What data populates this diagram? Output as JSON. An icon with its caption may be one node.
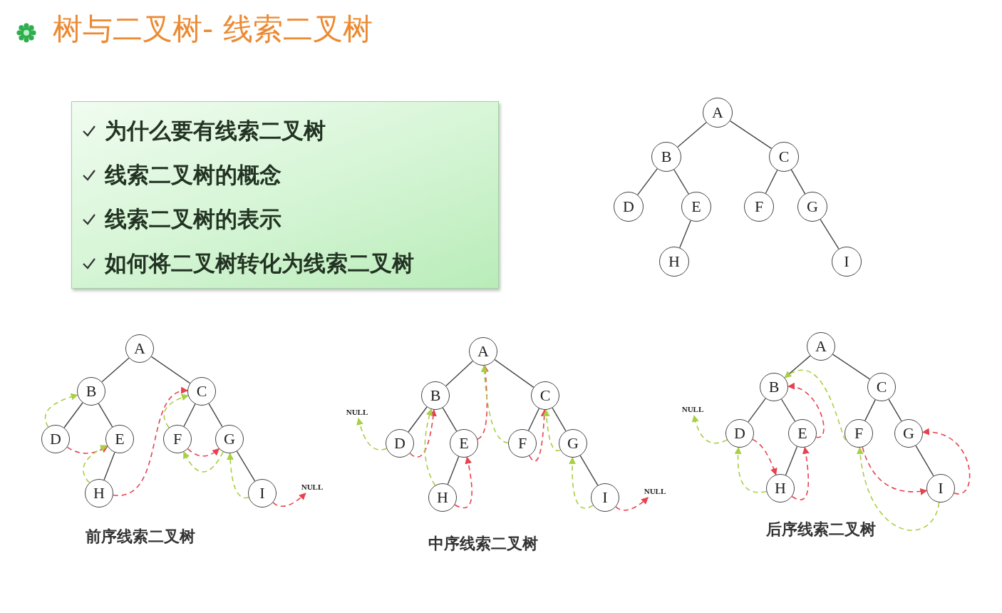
{
  "diagram": {
    "title": "树与二叉树- 线索二叉树",
    "nodes": [
      {
        "text": [
          "为什么要有线索二叉树",
          "线索二叉树的概念",
          "线索二叉树的表示",
          "如何将二叉树转化为线索二叉树"
        ]
      },
      {
        "text": [
          "A"
        ]
      },
      {
        "text": [
          "B"
        ]
      },
      {
        "text": [
          "C"
        ]
      },
      {
        "text": [
          "D"
        ]
      },
      {
        "text": [
          "E"
        ]
      },
      {
        "text": [
          "F"
        ]
      },
      {
        "text": [
          "G"
        ]
      },
      {
        "text": [
          "H"
        ]
      },
      {
        "text": [
          "I"
        ]
      },
      {
        "text": [
          "A"
        ]
      },
      {
        "text": [
          "B"
        ]
      },
      {
        "text": [
          "C"
        ]
      },
      {
        "text": [
          "D"
        ]
      },
      {
        "text": [
          "E"
        ]
      },
      {
        "text": [
          "F"
        ]
      },
      {
        "text": [
          "G"
        ]
      },
      {
        "text": [
          "H"
        ]
      },
      {
        "text": [
          "I"
        ]
      },
      {
        "text": [
          "NULL"
        ]
      },
      {
        "text": [
          "A"
        ]
      },
      {
        "text": [
          "B"
        ]
      },
      {
        "text": [
          "C"
        ]
      },
      {
        "text": [
          "D"
        ]
      },
      {
        "text": [
          "E"
        ]
      },
      {
        "text": [
          "F"
        ]
      },
      {
        "text": [
          "G"
        ]
      },
      {
        "text": [
          "H"
        ]
      },
      {
        "text": [
          "I"
        ]
      },
      {
        "text": [
          "NULL"
        ]
      },
      {
        "text": [
          "NULL"
        ]
      },
      {
        "text": [
          "A"
        ]
      },
      {
        "text": [
          "B"
        ]
      },
      {
        "text": [
          "C"
        ]
      },
      {
        "text": [
          "D"
        ]
      },
      {
        "text": [
          "E"
        ]
      },
      {
        "text": [
          "F"
        ]
      },
      {
        "text": [
          "G"
        ]
      },
      {
        "text": [
          "H"
        ]
      },
      {
        "text": [
          "I"
        ]
      },
      {
        "text": [
          "NULL"
        ]
      }
    ],
    "edges": [
      {
        "from": 1,
        "to": 2,
        "arrow": "none"
      },
      {
        "from": 1,
        "to": 3,
        "arrow": "none"
      },
      {
        "from": 2,
        "to": 4,
        "arrow": "none"
      },
      {
        "from": 2,
        "to": 5,
        "arrow": "none"
      },
      {
        "from": 3,
        "to": 6,
        "arrow": "none"
      },
      {
        "from": 3,
        "to": 7,
        "arrow": "none"
      },
      {
        "from": 5,
        "to": 8,
        "arrow": "none"
      },
      {
        "from": 7,
        "to": 9,
        "arrow": "none"
      },
      {
        "from": 10,
        "to": 11,
        "arrow": "none"
      },
      {
        "from": 10,
        "to": 12,
        "arrow": "none"
      },
      {
        "from": 11,
        "to": 13,
        "arrow": "none"
      },
      {
        "from": 11,
        "to": 14,
        "arrow": "none"
      },
      {
        "from": 12,
        "to": 15,
        "arrow": "none"
      },
      {
        "from": 12,
        "to": 16,
        "arrow": "none"
      },
      {
        "from": 14,
        "to": 17,
        "arrow": "none"
      },
      {
        "from": 16,
        "to": 18,
        "arrow": "none"
      },
      {
        "from": 20,
        "to": 21,
        "arrow": "none"
      },
      {
        "from": 20,
        "to": 22,
        "arrow": "none"
      },
      {
        "from": 21,
        "to": 23,
        "arrow": "none"
      },
      {
        "from": 21,
        "to": 24,
        "arrow": "none"
      },
      {
        "from": 22,
        "to": 25,
        "arrow": "none"
      },
      {
        "from": 22,
        "to": 26,
        "arrow": "none"
      },
      {
        "from": 24,
        "to": 27,
        "arrow": "none"
      },
      {
        "from": 26,
        "to": 28,
        "arrow": "none"
      },
      {
        "from": 31,
        "to": 32,
        "arrow": "none"
      },
      {
        "from": 31,
        "to": 33,
        "arrow": "none"
      },
      {
        "from": 32,
        "to": 34,
        "arrow": "none"
      },
      {
        "from": 32,
        "to": 35,
        "arrow": "none"
      },
      {
        "from": 33,
        "to": 36,
        "arrow": "none"
      },
      {
        "from": 33,
        "to": 37,
        "arrow": "none"
      },
      {
        "from": 35,
        "to": 38,
        "arrow": "none"
      },
      {
        "from": 37,
        "to": 39,
        "arrow": "none"
      },
      {
        "from": 13,
        "to": 11,
        "arrow": "to",
        "style": "dashed",
        "color": "#a8cf45"
      },
      {
        "from": 13,
        "to": 14,
        "arrow": "to",
        "style": "dashed",
        "color": "#e8414f"
      },
      {
        "from": 17,
        "to": 14,
        "arrow": "to",
        "style": "dashed",
        "color": "#a8cf45"
      },
      {
        "from": 17,
        "to": 12,
        "arrow": "to",
        "style": "dashed",
        "color": "#e8414f"
      },
      {
        "from": 15,
        "to": 12,
        "arrow": "to",
        "style": "dashed",
        "color": "#a8cf45"
      },
      {
        "from": 15,
        "to": 16,
        "arrow": "to",
        "style": "dashed",
        "color": "#e8414f"
      },
      {
        "from": 16,
        "to": 15,
        "arrow": "to",
        "style": "dashed",
        "color": "#a8cf45"
      },
      {
        "from": 18,
        "to": 16,
        "arrow": "to",
        "style": "dashed",
        "color": "#a8cf45"
      },
      {
        "from": 18,
        "to": 19,
        "arrow": "to",
        "style": "dashed",
        "color": "#e8414f"
      },
      {
        "from": 23,
        "to": 29,
        "arrow": "to",
        "style": "dashed",
        "color": "#a8cf45"
      },
      {
        "from": 23,
        "to": 21,
        "arrow": "to",
        "style": "dashed",
        "color": "#e8414f"
      },
      {
        "from": 27,
        "to": 21,
        "arrow": "to",
        "style": "dashed",
        "color": "#a8cf45"
      },
      {
        "from": 27,
        "to": 24,
        "arrow": "to",
        "style": "dashed",
        "color": "#e8414f"
      },
      {
        "from": 24,
        "to": 20,
        "arrow": "to",
        "style": "dashed",
        "color": "#e8414f"
      },
      {
        "from": 25,
        "to": 20,
        "arrow": "to",
        "style": "dashed",
        "color": "#a8cf45"
      },
      {
        "from": 25,
        "to": 22,
        "arrow": "to",
        "style": "dashed",
        "color": "#e8414f"
      },
      {
        "from": 26,
        "to": 22,
        "arrow": "to",
        "style": "dashed",
        "color": "#a8cf45"
      },
      {
        "from": 28,
        "to": 26,
        "arrow": "to",
        "style": "dashed",
        "color": "#a8cf45"
      },
      {
        "from": 28,
        "to": 30,
        "arrow": "to",
        "style": "dashed",
        "color": "#e8414f"
      },
      {
        "from": 34,
        "to": 40,
        "arrow": "to",
        "style": "dashed",
        "color": "#a8cf45"
      },
      {
        "from": 34,
        "to": 38,
        "arrow": "to",
        "style": "dashed",
        "color": "#e8414f"
      },
      {
        "from": 38,
        "to": 34,
        "arrow": "to",
        "style": "dashed",
        "color": "#a8cf45"
      },
      {
        "from": 38,
        "to": 35,
        "arrow": "to",
        "style": "dashed",
        "color": "#e8414f"
      },
      {
        "from": 35,
        "to": 32,
        "arrow": "to",
        "style": "dashed",
        "color": "#e8414f"
      },
      {
        "from": 36,
        "to": 32,
        "arrow": "to",
        "style": "dashed",
        "color": "#a8cf45"
      },
      {
        "from": 36,
        "to": 39,
        "arrow": "to",
        "style": "dashed",
        "color": "#e8414f"
      },
      {
        "from": 39,
        "to": 36,
        "arrow": "to",
        "style": "dashed",
        "color": "#a8cf45"
      },
      {
        "from": 39,
        "to": 37,
        "arrow": "to",
        "style": "dashed",
        "color": "#e8414f"
      }
    ],
    "labels": [
      "前序线索二叉树",
      "中序线索二叉树",
      "后序线索二叉树"
    ]
  }
}
